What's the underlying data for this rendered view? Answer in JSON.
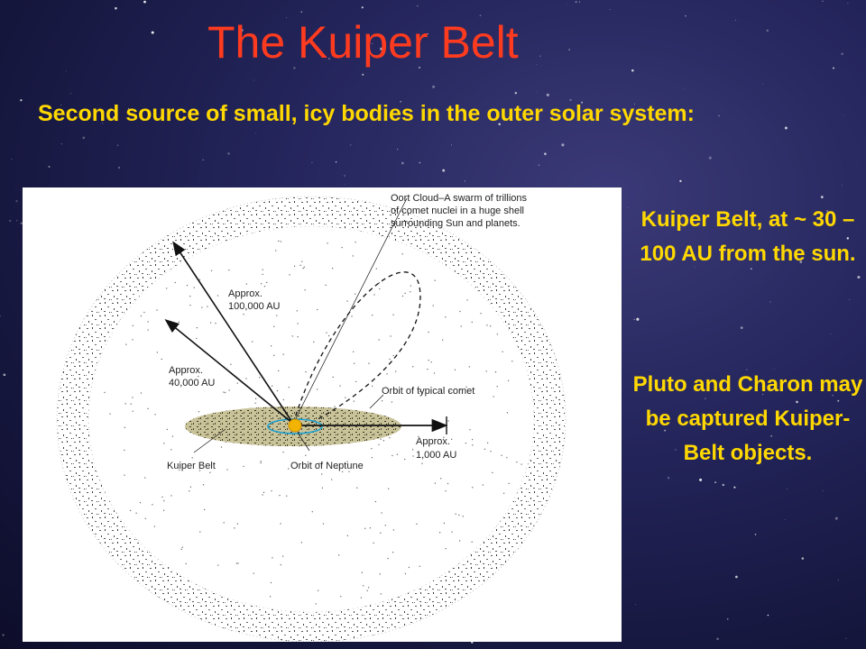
{
  "slide": {
    "title": "The Kuiper Belt",
    "subtitle": "Second source of small, icy bodies in the outer solar system:",
    "note_distance": "Kuiper Belt, at ~ 30 – 100 AU from the sun.",
    "note_pluto": "Pluto and Charon may be captured Kuiper-Belt objects."
  },
  "diagram": {
    "oort_cloud_label_1": "Oort Cloud–A swarm of trillions",
    "oort_cloud_label_2": "of comet nuclei in a huge shell",
    "oort_cloud_label_3": "surrounding Sun and planets.",
    "approx_100000_1": "Approx.",
    "approx_100000_2": "100,000 AU",
    "approx_40000_1": "Approx.",
    "approx_40000_2": "40,000 AU",
    "comet_orbit_label": "Orbit of typical comet",
    "approx_1000_1": "Approx.",
    "approx_1000_2": "1,000 AU",
    "kuiper_belt_label": "Kuiper Belt",
    "neptune_orbit_label": "Orbit of Neptune"
  },
  "colors": {
    "title": "#ff3b1f",
    "text": "#ffd800",
    "sun": "#f2b400",
    "neptune_orbit": "#1a9fd0"
  }
}
